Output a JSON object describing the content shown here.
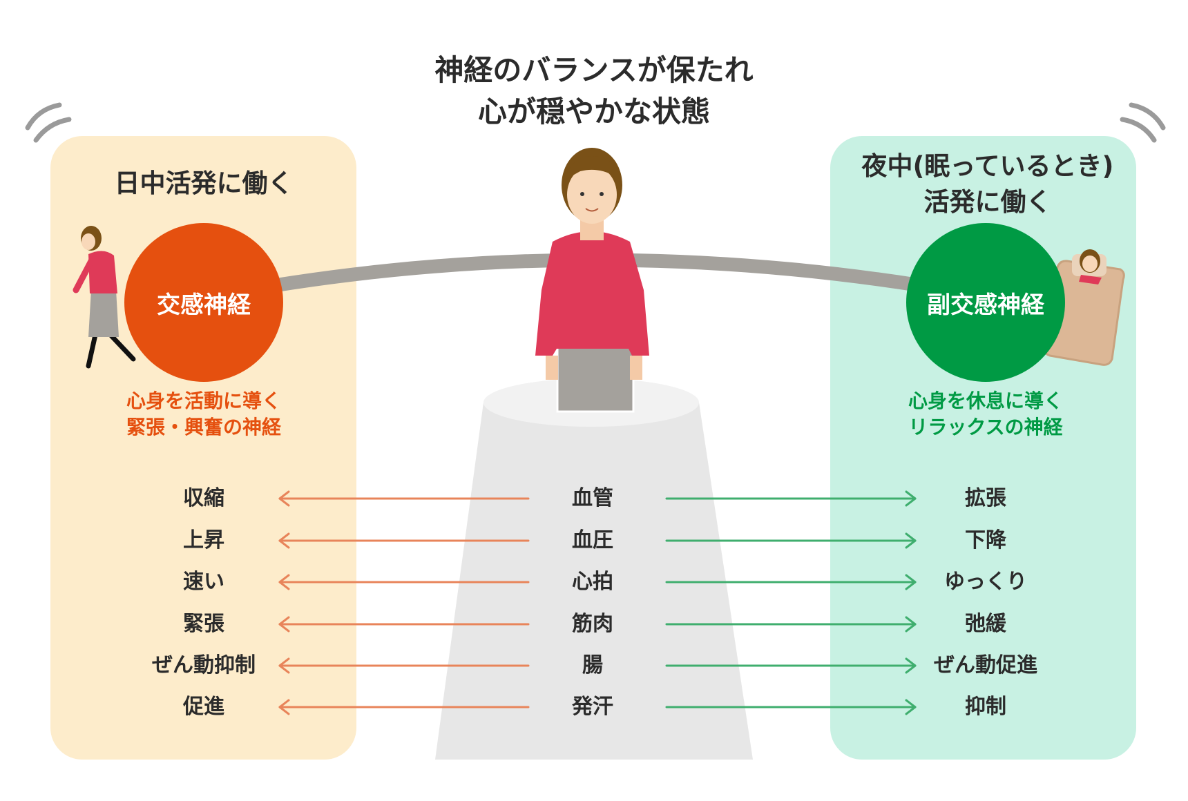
{
  "title_lines": [
    "神経のバランスが保たれ",
    "心が穏やかな状態"
  ],
  "left": {
    "heading": "日中活発に働く",
    "circle_label": "交感神経",
    "sub_lines": [
      "心身を活動に導く",
      "緊張・興奮の神経"
    ],
    "color": "#e5500f",
    "panel_color": "#fdeccb"
  },
  "right": {
    "heading_lines": [
      "夜中(眠っているとき)",
      "活発に働く"
    ],
    "circle_label": "副交感神経",
    "sub_lines": [
      "心身を休息に導く",
      "リラックスの神経"
    ],
    "color": "#009a44",
    "panel_color": "#c8f1e3"
  },
  "rows": [
    {
      "left": "収縮",
      "center": "血管",
      "right": "拡張"
    },
    {
      "left": "上昇",
      "center": "血圧",
      "right": "下降"
    },
    {
      "left": "速い",
      "center": "心拍",
      "right": "ゆっくり"
    },
    {
      "left": "緊張",
      "center": "筋肉",
      "right": "弛緩"
    },
    {
      "left": "ぜん動抑制",
      "center": "腸",
      "right": "ぜん動促進"
    },
    {
      "left": "促進",
      "center": "発汗",
      "right": "抑制"
    }
  ],
  "icons": {
    "walking_woman": "walking-woman-icon",
    "sleeping_person": "sleeping-person-icon",
    "balance_woman": "balancing-woman-figure",
    "sway_left": "motion-lines-icon",
    "sway_right": "motion-lines-icon"
  },
  "arrow_colors": {
    "left": "#e8845a",
    "right": "#3fae6e"
  }
}
